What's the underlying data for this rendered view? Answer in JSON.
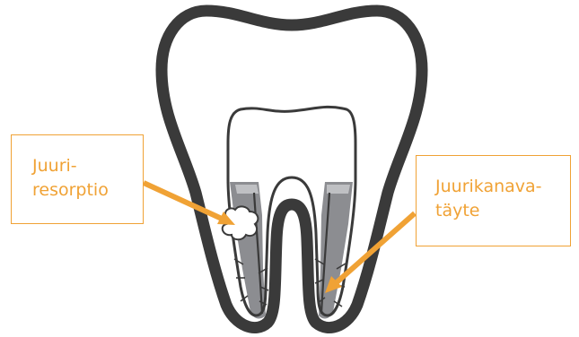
{
  "labels": {
    "resorption": {
      "line1": "Juuri-",
      "line2": "resorptio"
    },
    "canal_filling": {
      "line1": "Juurikanava-",
      "line2": "täyte"
    }
  },
  "colors": {
    "outline": "#3a3a3a",
    "accent": "#f0a235",
    "filling": "#8c8d91",
    "filling_light": "#bfc0c3",
    "background": "#ffffff"
  }
}
